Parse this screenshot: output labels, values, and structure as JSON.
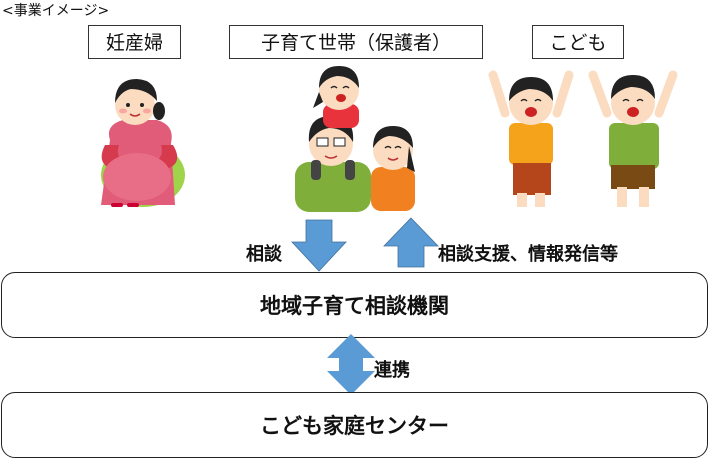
{
  "caption": "<事業イメージ>",
  "groups": [
    {
      "label": "妊産婦",
      "illustration": "pregnant-woman-illustration"
    },
    {
      "label": "子育て世帯（保護者）",
      "illustration": "family-illustration"
    },
    {
      "label": "こども",
      "illustration": "children-illustration"
    }
  ],
  "arrows": {
    "down_label": "相談",
    "up_label": "相談支援、情報発信等",
    "bidirectional_label": "連携",
    "color": "#5b9bd5"
  },
  "boxes": {
    "regional": "地域子育て相談機関",
    "center": "こども家庭センター"
  }
}
